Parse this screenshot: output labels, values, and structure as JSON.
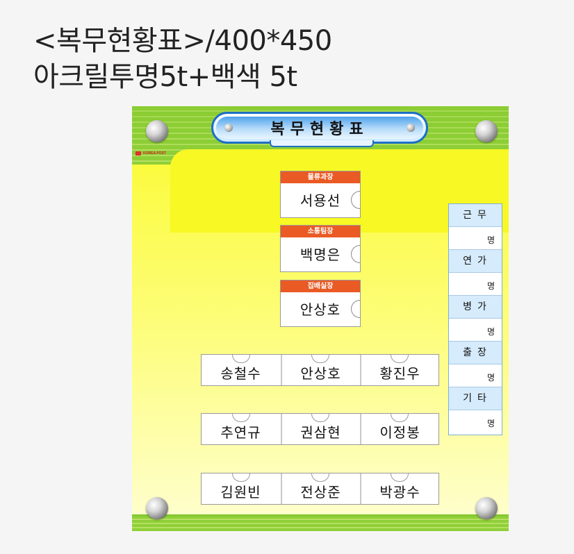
{
  "header": {
    "line1": "<복무현황표>/400*450",
    "line2": "아크릴투명5t+백색 5t"
  },
  "board": {
    "title": "복무현황표",
    "logo_text": "KOREA POST",
    "officers": [
      {
        "role": "물류과장",
        "name": "서용선"
      },
      {
        "role": "소통팀장",
        "name": "백명은"
      },
      {
        "role": "집배실장",
        "name": "안상호"
      }
    ],
    "staff_rows": [
      [
        "송철수",
        "안상호",
        "황진우"
      ],
      [
        "추연규",
        "권삼현",
        "이정봉"
      ],
      [
        "김원빈",
        "전상준",
        "박광수"
      ]
    ],
    "status": [
      {
        "label": "근무",
        "unit": "명"
      },
      {
        "label": "연가",
        "unit": "명"
      },
      {
        "label": "병가",
        "unit": "명"
      },
      {
        "label": "출장",
        "unit": "명"
      },
      {
        "label": "기타",
        "unit": "명"
      }
    ]
  },
  "colors": {
    "frame_green": "#8fcf38",
    "panel_yellow": "#fafa2a",
    "title_blue": "#1e6fc5",
    "role_orange": "#ea5a24",
    "status_blue": "#d6ebfb"
  }
}
